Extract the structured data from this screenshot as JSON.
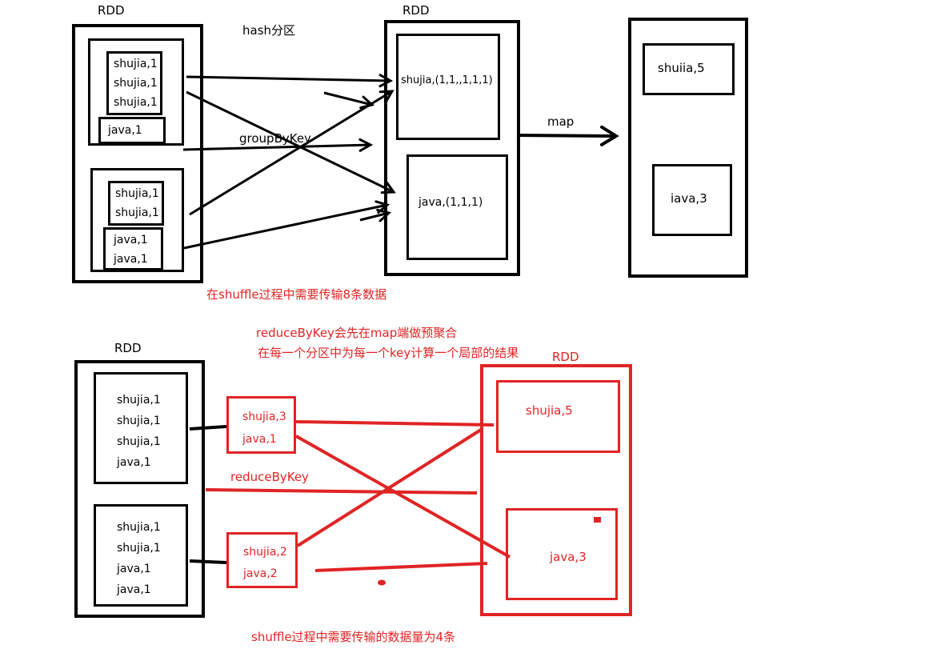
{
  "colors": {
    "red": "#e02424",
    "black": "#000000"
  },
  "top": {
    "left_rdd": {
      "label": "RDD",
      "partition1": {
        "shujia_records": [
          "shujia,1",
          "shujia,1",
          "shujia,1"
        ],
        "java_records": [
          "java,1"
        ]
      },
      "partition2": {
        "shujia_records": [
          "shujia,1",
          "shujia,1"
        ],
        "java_records": [
          "java,1",
          "java,1"
        ]
      }
    },
    "hash_partition_label": "hash分区",
    "group_by_key_label": "groupByKey",
    "center_rdd": {
      "label": "RDD",
      "shujia_group": "shujia,(1,1,,1,1,1)",
      "java_group": "java,(1,1,1)"
    },
    "map_label": "map",
    "result_rdd": {
      "shujia_result": "shuiia,5",
      "java_result": "iava,3"
    },
    "shuffle_note": "在shuffle过程中需要传输8条数据"
  },
  "middle_notes": {
    "line1": "reduceByKey会先在map端做预聚合",
    "line2": "在每一个分区中为每一个key计算一个局部的结果"
  },
  "bottom": {
    "left_rdd": {
      "label": "RDD",
      "partition1_records": [
        "shujia,1",
        "shujia,1",
        "shujia,1",
        "java,1"
      ],
      "partition2_records": [
        "shujia,1",
        "shujia,1",
        "java,1",
        "java,1"
      ]
    },
    "combiner1_records": [
      "shujia,3",
      "java,1"
    ],
    "combiner2_records": [
      "shujia,2",
      "java,2"
    ],
    "reduce_by_key_label": "reduceByKey",
    "result_rdd": {
      "label": "RDD",
      "shujia_result": "shujia,5",
      "java_result": "java,3"
    },
    "shuffle_note": "shuffle过程中需要传输的数据量为4条"
  }
}
